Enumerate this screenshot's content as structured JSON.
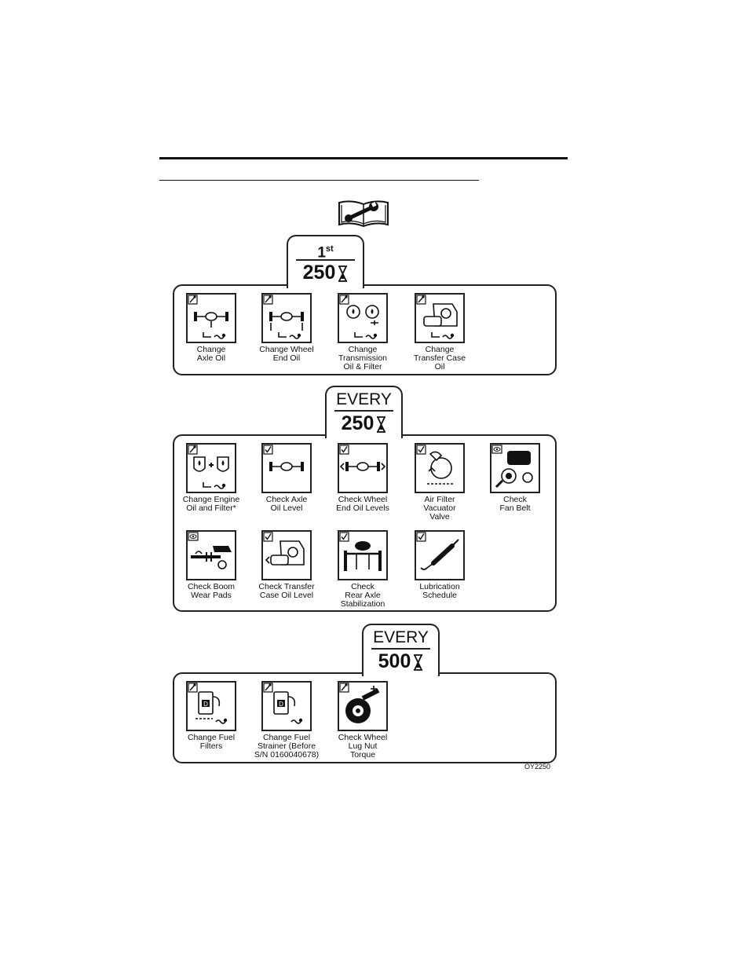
{
  "figure_id": "OY2250",
  "sections": [
    {
      "tab_top": "1",
      "tab_sup": "st",
      "tab_number": "250",
      "items": [
        {
          "label": "Change\nAxle Oil",
          "icon": "axle-drain-icon",
          "mode": "change"
        },
        {
          "label": "Change Wheel\nEnd Oil",
          "icon": "wheel-end-drain-icon",
          "mode": "change"
        },
        {
          "label": "Change\nTransmission\nOil & Filter",
          "icon": "transmission-drain-icon",
          "mode": "change"
        },
        {
          "label": "Change\nTransfer Case\nOil",
          "icon": "transfer-case-drain-icon",
          "mode": "change"
        }
      ]
    },
    {
      "tab_top": "EVERY",
      "tab_number": "250",
      "items": [
        {
          "label": "Change Engine\nOil and Filter*",
          "icon": "engine-oil-filter-icon",
          "mode": "change"
        },
        {
          "label": "Check Axle\nOil Level",
          "icon": "axle-level-icon",
          "mode": "check"
        },
        {
          "label": "Check Wheel\nEnd Oil Levels",
          "icon": "wheel-end-level-icon",
          "mode": "check"
        },
        {
          "label": "Air Filter\nVacuator\nValve",
          "icon": "vacuator-valve-icon",
          "mode": "check"
        },
        {
          "label": "Check\nFan Belt",
          "icon": "fan-belt-icon",
          "mode": "inspect"
        },
        {
          "label": "Check Boom\nWear Pads",
          "icon": "boom-wear-pads-icon",
          "mode": "inspect"
        },
        {
          "label": "Check Transfer\nCase Oil Level",
          "icon": "transfer-case-level-icon",
          "mode": "check"
        },
        {
          "label": "Check\nRear Axle\nStabilization",
          "icon": "rear-axle-stabilization-icon",
          "mode": "check"
        },
        {
          "label": "Lubrication\nSchedule",
          "icon": "grease-gun-icon",
          "mode": "check"
        }
      ]
    },
    {
      "tab_top": "EVERY",
      "tab_number": "500",
      "items": [
        {
          "label": "Change Fuel\nFilters",
          "icon": "fuel-filter-icon",
          "mode": "change"
        },
        {
          "label": "Change Fuel\nStrainer (Before\nS/N 0160040678)",
          "icon": "fuel-strainer-icon",
          "mode": "change"
        },
        {
          "label": "Check Wheel\nLug Nut\nTorque",
          "icon": "lug-nut-torque-icon",
          "mode": "change"
        }
      ]
    }
  ]
}
